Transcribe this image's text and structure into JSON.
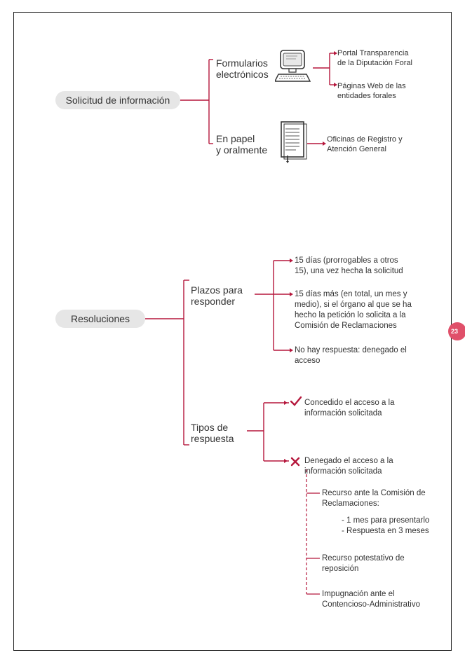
{
  "solicitud": {
    "title": "Solicitud de información",
    "branches": [
      {
        "label": [
          "Formularios",
          "electrónicos"
        ],
        "icon": "computer-icon",
        "targets": [
          [
            "Portal Transparencia",
            "de la Diputación Foral"
          ],
          [
            "Páginas Web de las",
            "entidades forales"
          ]
        ]
      },
      {
        "label": [
          "En papel",
          "y oralmente"
        ],
        "icon": "document-icon",
        "targets": [
          [
            "Oficinas de Registro y",
            "Atención General"
          ]
        ]
      }
    ]
  },
  "resoluciones": {
    "title": "Resoluciones",
    "plazos": {
      "label": [
        "Plazos para",
        "responder"
      ],
      "items": [
        [
          "15 días (prorrogables a otros",
          "15), una vez hecha la solicitud"
        ],
        [
          "15 días más (en total, un mes y",
          "medio), si el órgano al que se ha",
          "hecho la petición lo solicita a la",
          "Comisión de Reclamaciones"
        ],
        [
          "No hay respuesta: denegado el",
          "acceso"
        ]
      ]
    },
    "tipos": {
      "label": [
        "Tipos de",
        "respuesta"
      ],
      "concedido": [
        "Concedido el acceso a la",
        "información solicitada"
      ],
      "denegado": [
        "Denegado el acceso a la",
        "información solicitada"
      ],
      "recursos": [
        {
          "lines": [
            "Recurso ante la Comisión de",
            "Reclamaciones:"
          ],
          "sub": [
            "- 1 mes para presentarlo",
            "- Respuesta en 3 meses"
          ]
        },
        {
          "lines": [
            "Recurso potestativo de",
            "reposición"
          ]
        },
        {
          "lines": [
            "Impugnación ante el",
            "Contencioso-Administrativo"
          ]
        }
      ]
    }
  },
  "page_number": "23",
  "colors": {
    "accent": "#b5173c",
    "pill": "#e6e6e6",
    "badge": "#e0506a"
  }
}
